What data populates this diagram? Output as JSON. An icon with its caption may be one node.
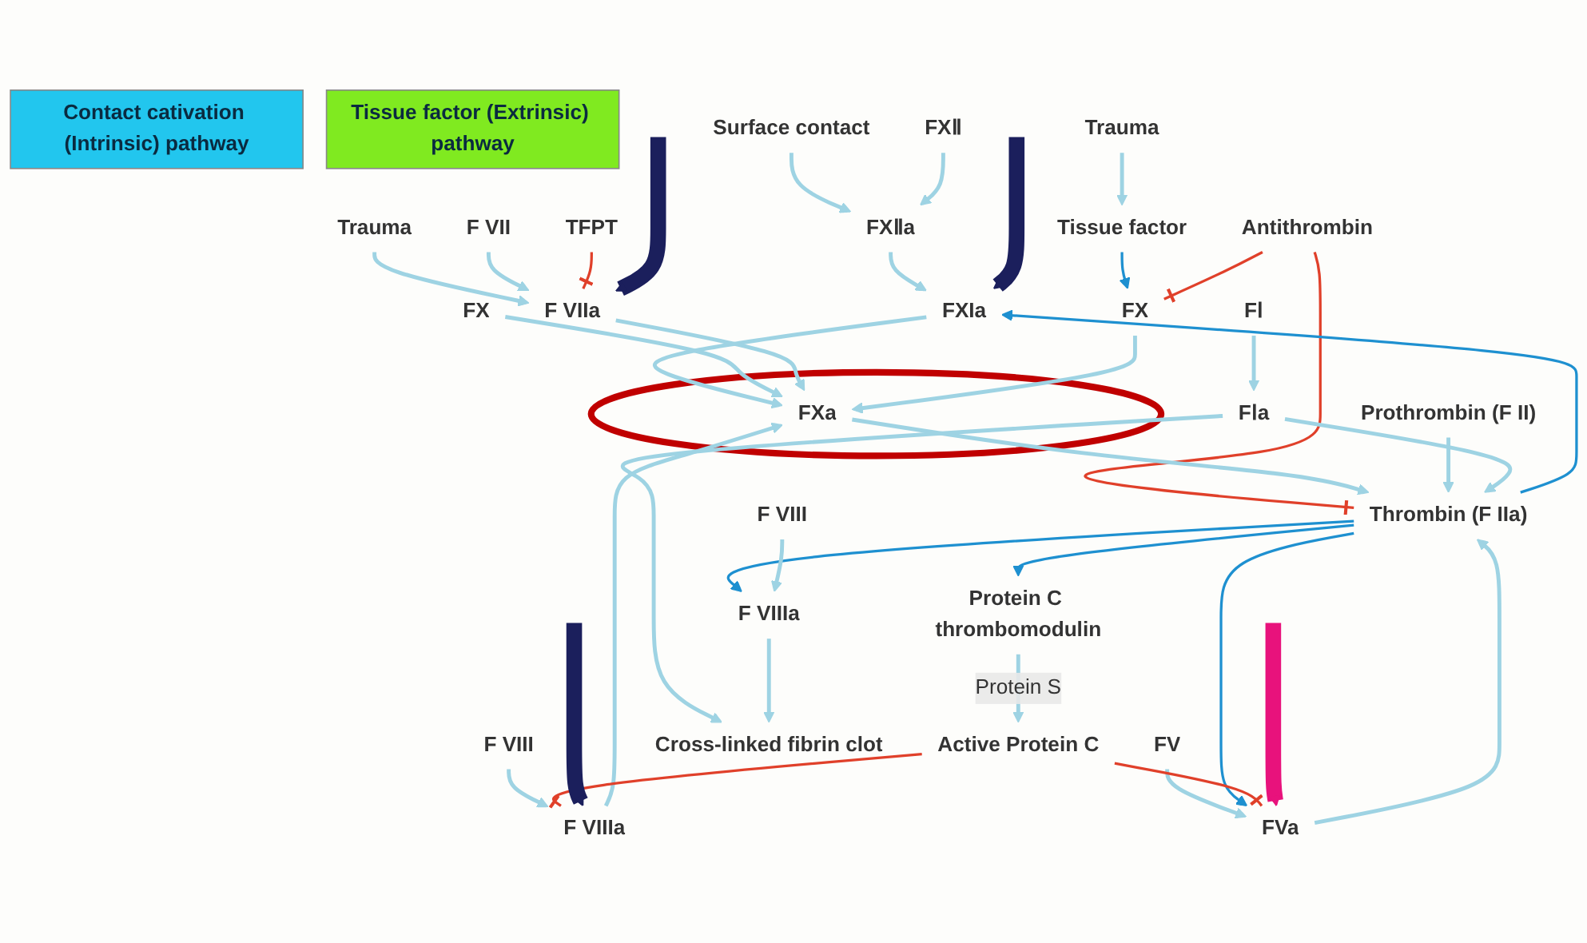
{
  "diagram": {
    "nodes": [
      {
        "text": [
          "Contact cativation (Intrinsic) pathway"
        ]
      },
      {
        "text": [
          "Tissue factor (Extrinsic) pathway"
        ]
      },
      {
        "text": [
          "Surface contact"
        ]
      },
      {
        "text": [
          "Trauma"
        ]
      },
      {
        "text": [
          "TFPT"
        ]
      },
      {
        "text": [
          "FXⅡ"
        ]
      },
      {
        "text": [
          "FXⅡa"
        ]
      },
      {
        "text": [
          "F VIIa"
        ]
      },
      {
        "text": [
          "F VII"
        ]
      },
      {
        "text": [
          "FXIa"
        ]
      },
      {
        "text": [
          "F VIII"
        ]
      },
      {
        "text": [
          "F VIIIa"
        ]
      },
      {
        "text": [
          "Tissue factor"
        ]
      },
      {
        "text": [
          "Trauma"
        ]
      },
      {
        "text": [
          "FX"
        ]
      },
      {
        "text": [],
        "shape": "circle"
      },
      {
        "text": [
          "FXa"
        ],
        "in": 15
      },
      {
        "text": [
          "FX"
        ]
      },
      {
        "text": [
          "Antithrombin"
        ]
      },
      {
        "text": [
          "Prothrombin (F II)"
        ]
      },
      {
        "text": [
          "Thrombin (F IIa)"
        ]
      },
      {
        "text": [
          "FV"
        ]
      },
      {
        "text": [
          "FVa"
        ]
      },
      {
        "text": [
          "FⅠ"
        ]
      },
      {
        "text": [
          "FⅠa"
        ]
      },
      {
        "text": [
          "F VIIIa"
        ]
      },
      {
        "text": [
          "F VIII"
        ]
      },
      {
        "text": [
          "Active Protein C"
        ]
      },
      {
        "text": [
          "Cross-linked fibrin clot"
        ]
      },
      {
        "text": [
          "Protein C thrombomodulin"
        ]
      }
    ],
    "edges": [
      {
        "from": 2,
        "to": 6,
        "arrow": "to"
      },
      {
        "from": 5,
        "to": 6,
        "arrow": "to"
      },
      {
        "from": 6,
        "to": 9,
        "arrow": "to"
      },
      {
        "from": 10,
        "to": 11,
        "arrow": "to"
      },
      {
        "from": 11,
        "to": 16,
        "arrow": "to"
      },
      {
        "from": 9,
        "to": 16,
        "arrow": "to"
      },
      {
        "from": 14,
        "to": 16,
        "arrow": "to"
      },
      {
        "from": 7,
        "to": 16,
        "arrow": "to"
      },
      {
        "from": 17,
        "to": 16,
        "arrow": "to"
      },
      {
        "from": 3,
        "to": 7,
        "arrow": "to"
      },
      {
        "from": 8,
        "to": 7,
        "arrow": "to"
      },
      {
        "from": 4,
        "to": 7,
        "arrow": "other",
        "color": "#e0402a"
      },
      {
        "from": 13,
        "to": 12,
        "arrow": "to"
      },
      {
        "from": 12,
        "to": 17,
        "arrow": "to",
        "color": "#1e90d0"
      },
      {
        "from": 18,
        "to": 17,
        "arrow": "other",
        "color": "#e0402a"
      },
      {
        "from": 18,
        "to": 20,
        "arrow": "other",
        "color": "#e0402a"
      },
      {
        "from": 16,
        "to": 20,
        "arrow": "to"
      },
      {
        "from": 19,
        "to": 20,
        "arrow": "to"
      },
      {
        "from": 22,
        "to": 20,
        "arrow": "to"
      },
      {
        "from": 21,
        "to": 22,
        "arrow": "to"
      },
      {
        "from": 20,
        "to": 9,
        "arrow": "to",
        "color": "#1e90d0"
      },
      {
        "from": 20,
        "to": 22,
        "arrow": "to",
        "color": "#1e90d0"
      },
      {
        "from": 20,
        "to": 29,
        "arrow": "to",
        "color": "#1e90d0"
      },
      {
        "from": 20,
        "to": 25,
        "arrow": "to",
        "color": "#1e90d0"
      },
      {
        "from": 26,
        "to": 25,
        "arrow": "to"
      },
      {
        "from": 23,
        "to": 24,
        "arrow": "to"
      },
      {
        "from": 24,
        "to": 20,
        "arrow": "to"
      },
      {
        "from": 24,
        "to": 28,
        "arrow": "to"
      },
      {
        "from": 25,
        "to": 28,
        "arrow": "to"
      },
      {
        "from": 27,
        "to": 11,
        "arrow": "other",
        "color": "#e0402a"
      },
      {
        "from": 27,
        "to": 22,
        "arrow": "other",
        "color": "#e0402a"
      },
      {
        "from": 29,
        "to": 27,
        "arrow": "to",
        "label": "Protein S"
      },
      {
        "from": null,
        "to": 11,
        "arrow": "to",
        "style": "thick",
        "color": "#1b1f5c"
      },
      {
        "from": null,
        "to": 9,
        "arrow": "to",
        "style": "thick",
        "color": "#1b1f5c"
      },
      {
        "from": null,
        "to": 7,
        "arrow": "to",
        "style": "thick",
        "color": "#1b1f5c"
      },
      {
        "from": null,
        "to": 22,
        "arrow": "to",
        "style": "thick",
        "color": "#e8127c"
      }
    ]
  }
}
